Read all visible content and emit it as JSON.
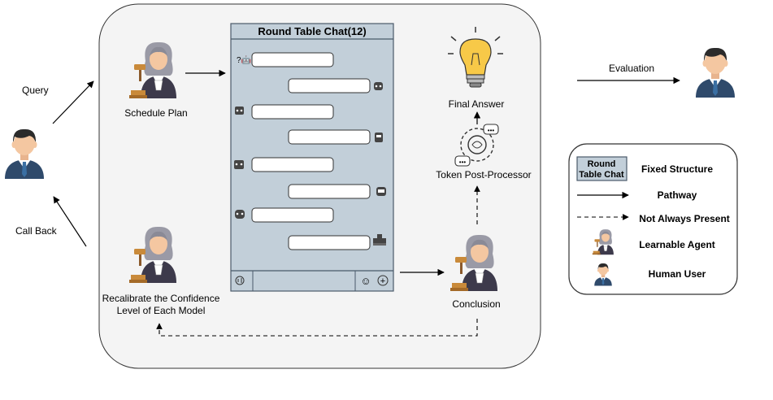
{
  "chat": {
    "title": "Round Table Chat(12)"
  },
  "labels": {
    "query": "Query",
    "call_back": "Call Back",
    "schedule_plan": "Schedule Plan",
    "recalibrate_line1": "Recalibrate the Confidence",
    "recalibrate_line2": "Level of Each Model",
    "conclusion": "Conclusion",
    "final_answer": "Final Answer",
    "token_post_processor": "Token Post-Processor",
    "evaluation": "Evaluation"
  },
  "legend": {
    "box_line1": "Round",
    "box_line2": "Table Chat",
    "fixed_structure": "Fixed Structure",
    "pathway": "Pathway",
    "not_always_present": "Not Always Present",
    "learnable_agent": "Learnable Agent",
    "human_user": "Human User"
  },
  "icons": {
    "emoji": "☺",
    "add": "+"
  },
  "colors": {
    "panel_bg": "#f4f4f4",
    "chat_bg": "#c2cfd9",
    "chat_border": "#4a5a6a",
    "bulb": "#f7c948",
    "judge_robe": "#3d3a4b",
    "judge_hair": "#9a9aa6",
    "gavel": "#c98a3a",
    "suit": "#2f4a6b",
    "tie": "#3a6fa3",
    "skin": "#f4c7a1",
    "hair": "#2b2b2b"
  }
}
